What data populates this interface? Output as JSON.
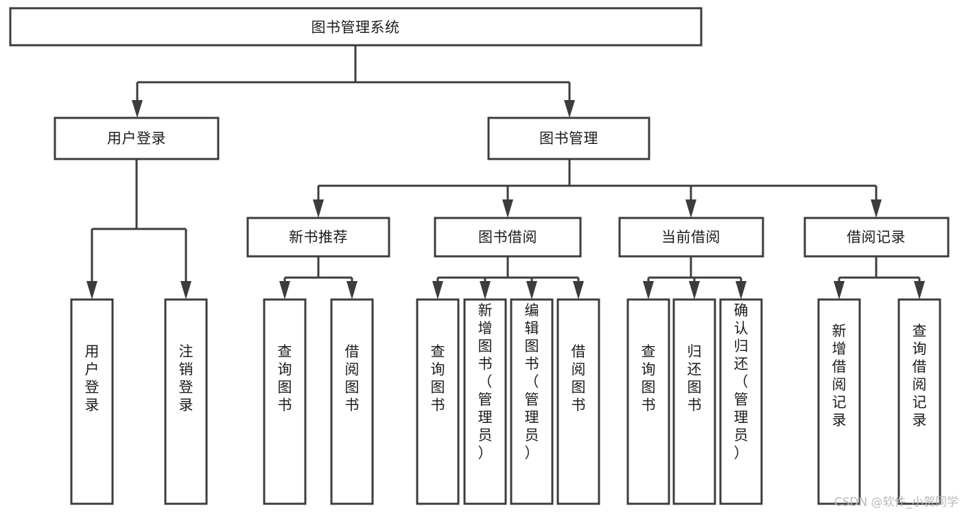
{
  "diagram": {
    "title": "图书管理系统",
    "type": "function-structure-tree",
    "colors": {
      "box_stroke": "#3c3c3c",
      "box_fill": "#ffffff",
      "text": "#1c1c1c",
      "background": "#ffffff",
      "watermark": "#b9b9b9"
    },
    "root": {
      "label": "图书管理系统"
    },
    "level2": [
      {
        "label": "用户登录"
      },
      {
        "label": "图书管理"
      }
    ],
    "level3": [
      {
        "label": "新书推荐"
      },
      {
        "label": "图书借阅"
      },
      {
        "label": "当前借阅"
      },
      {
        "label": "借阅记录"
      }
    ],
    "leaves": {
      "user_login": [
        {
          "label": "用户登录"
        },
        {
          "label": "注销登录"
        }
      ],
      "new_book_recommend": [
        {
          "label": "查询图书"
        },
        {
          "label": "借阅图书"
        }
      ],
      "book_borrow": [
        {
          "label": "查询图书"
        },
        {
          "label": "新增图书（管理员）"
        },
        {
          "label": "编辑图书（管理员）"
        },
        {
          "label": "借阅图书"
        }
      ],
      "current_borrow": [
        {
          "label": "查询图书"
        },
        {
          "label": "归还图书"
        },
        {
          "label": "确认归还（管理员）"
        }
      ],
      "borrow_record": [
        {
          "label": "新增借阅记录"
        },
        {
          "label": "查询借阅记录"
        }
      ]
    }
  },
  "watermark": {
    "text": "CSDN @软件_小贺同学"
  }
}
